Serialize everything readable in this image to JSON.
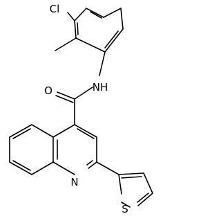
{
  "molecule": {
    "atom_labels": {
      "chlorine": "Cl",
      "amide_nitrogen": "NH",
      "carbonyl_oxygen": "O",
      "quinoline_nitrogen": "N",
      "thiophene_sulfur": "S"
    },
    "colors": {
      "bond": "#000000",
      "label": "#000000",
      "background": "#ffffff"
    }
  }
}
